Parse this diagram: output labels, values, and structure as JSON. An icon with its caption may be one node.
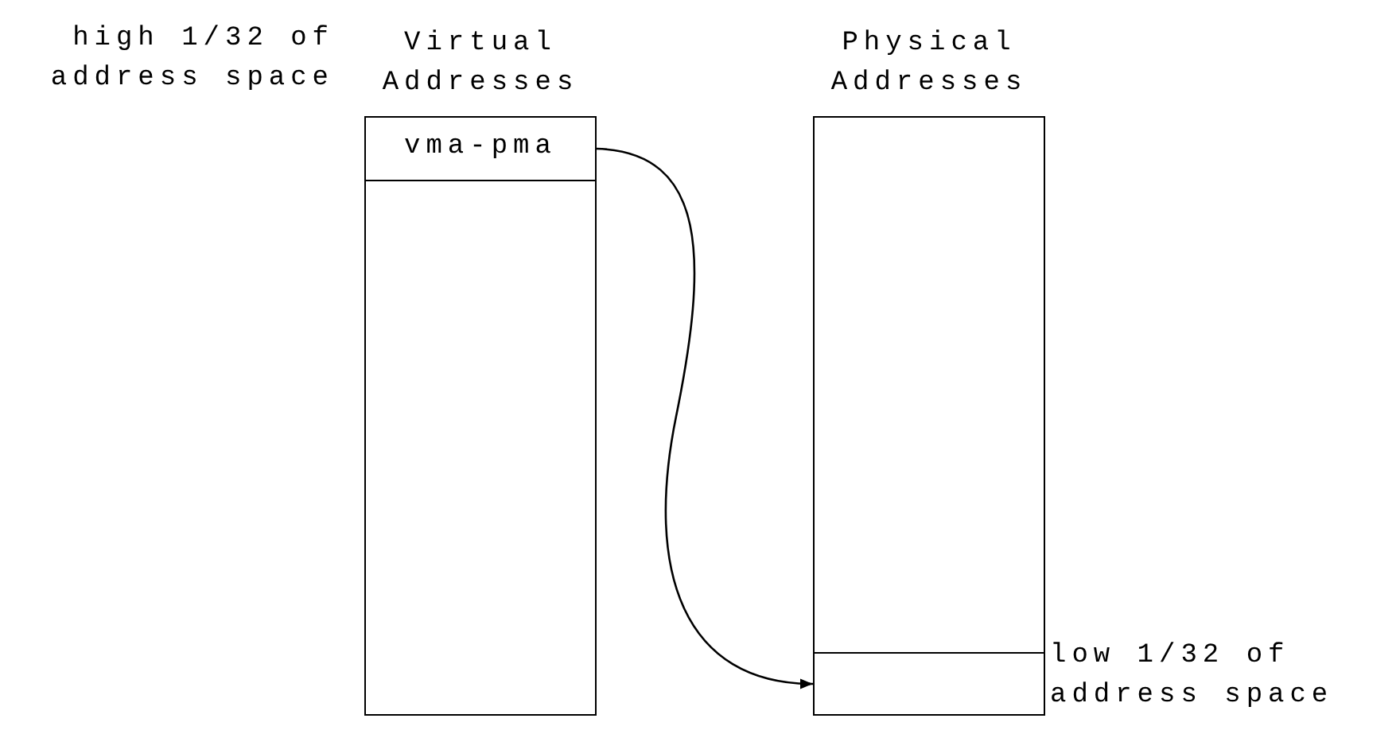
{
  "diagram": {
    "nodes": [
      {
        "text": [
          "Virtual Addresses"
        ]
      },
      {
        "text": [
          "vma-pma"
        ],
        "in": 0,
        "beside": [
          "high 1/32 of address space"
        ]
      },
      {
        "text": [
          "Physical Addresses"
        ]
      },
      {
        "text": [],
        "shape": "box",
        "in": 2,
        "beside": [
          "low 1/32 of address space"
        ]
      }
    ],
    "edges": [
      {
        "from": 1,
        "to": 3,
        "arrow": "to"
      }
    ]
  }
}
